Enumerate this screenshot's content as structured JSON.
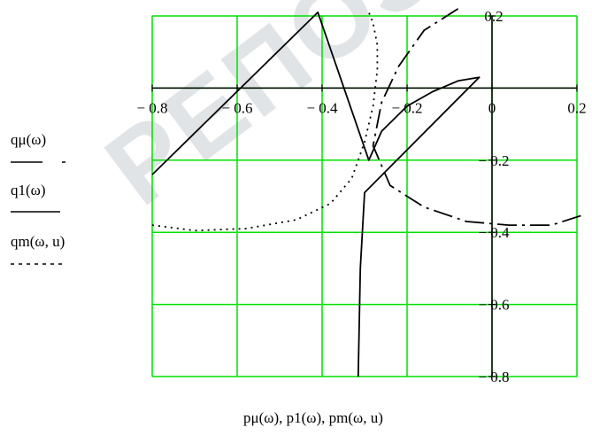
{
  "watermark": "РЕПОЗИТОРИЙ БГПУ",
  "chart_data": {
    "type": "line",
    "xlabel": "pμ(ω), p1(ω), pm(ω, u)",
    "xlim": [
      -0.8,
      0.2
    ],
    "ylim": [
      -0.8,
      0.2
    ],
    "xticks": [
      {
        "value": -0.8,
        "label": "− 0.8"
      },
      {
        "value": -0.6,
        "label": "− 0.6"
      },
      {
        "value": -0.4,
        "label": "− 0.4"
      },
      {
        "value": -0.2,
        "label": "− 0.2"
      },
      {
        "value": 0,
        "label": "0"
      },
      {
        "value": 0.2,
        "label": "0.2"
      }
    ],
    "yticks": [
      {
        "value": 0.2,
        "label": "0.2"
      },
      {
        "value": -0.2,
        "label": "− 0.2"
      },
      {
        "value": -0.4,
        "label": "− 0.4"
      },
      {
        "value": -0.6,
        "label": "− 0.6"
      },
      {
        "value": -0.8,
        "label": "− 0.8"
      }
    ],
    "grid": true,
    "grid_color": "#00e000",
    "legend_position": "left",
    "series": [
      {
        "name": "qμ(ω)",
        "style": "dash-dot",
        "x": [
          -0.08,
          -0.16,
          -0.22,
          -0.26,
          -0.28,
          -0.24,
          -0.16,
          -0.06,
          0.04,
          0.14,
          0.22
        ],
        "y": [
          0.22,
          0.16,
          0.06,
          -0.04,
          -0.16,
          -0.27,
          -0.33,
          -0.37,
          -0.38,
          -0.38,
          -0.35
        ]
      },
      {
        "name": "q1(ω)",
        "style": "solid",
        "x": [
          -0.8,
          -0.41,
          -0.29,
          -0.26,
          -0.2,
          -0.14,
          -0.08,
          -0.03,
          -0.3,
          -0.31,
          -0.315
        ],
        "y": [
          -0.24,
          0.21,
          -0.2,
          -0.12,
          -0.05,
          -0.01,
          0.02,
          0.03,
          -0.29,
          -0.5,
          -0.8
        ]
      },
      {
        "name": "qm(ω, u)",
        "style": "dotted",
        "x": [
          -0.8,
          -0.7,
          -0.58,
          -0.46,
          -0.38,
          -0.33,
          -0.3,
          -0.28,
          -0.27,
          -0.27,
          -0.28,
          -0.29
        ],
        "y": [
          -0.38,
          -0.395,
          -0.39,
          -0.365,
          -0.32,
          -0.25,
          -0.15,
          -0.05,
          0.05,
          0.12,
          0.18,
          0.21
        ]
      }
    ]
  }
}
